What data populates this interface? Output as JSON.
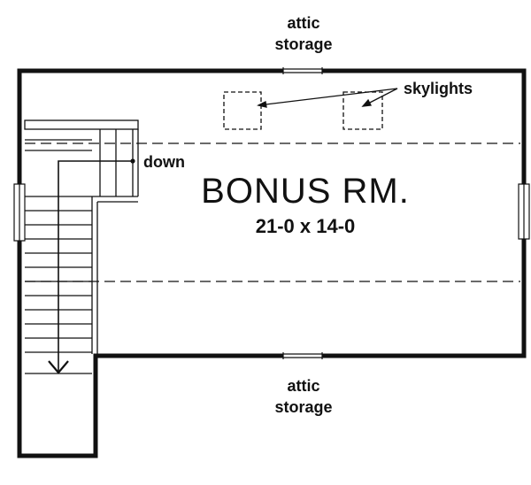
{
  "room": {
    "name": "BONUS RM.",
    "dimensions": "21-0 x 14-0"
  },
  "labels": {
    "attic_top_line1": "attic",
    "attic_top_line2": "storage",
    "attic_bottom_line1": "attic",
    "attic_bottom_line2": "storage",
    "skylights": "skylights",
    "down": "down"
  }
}
